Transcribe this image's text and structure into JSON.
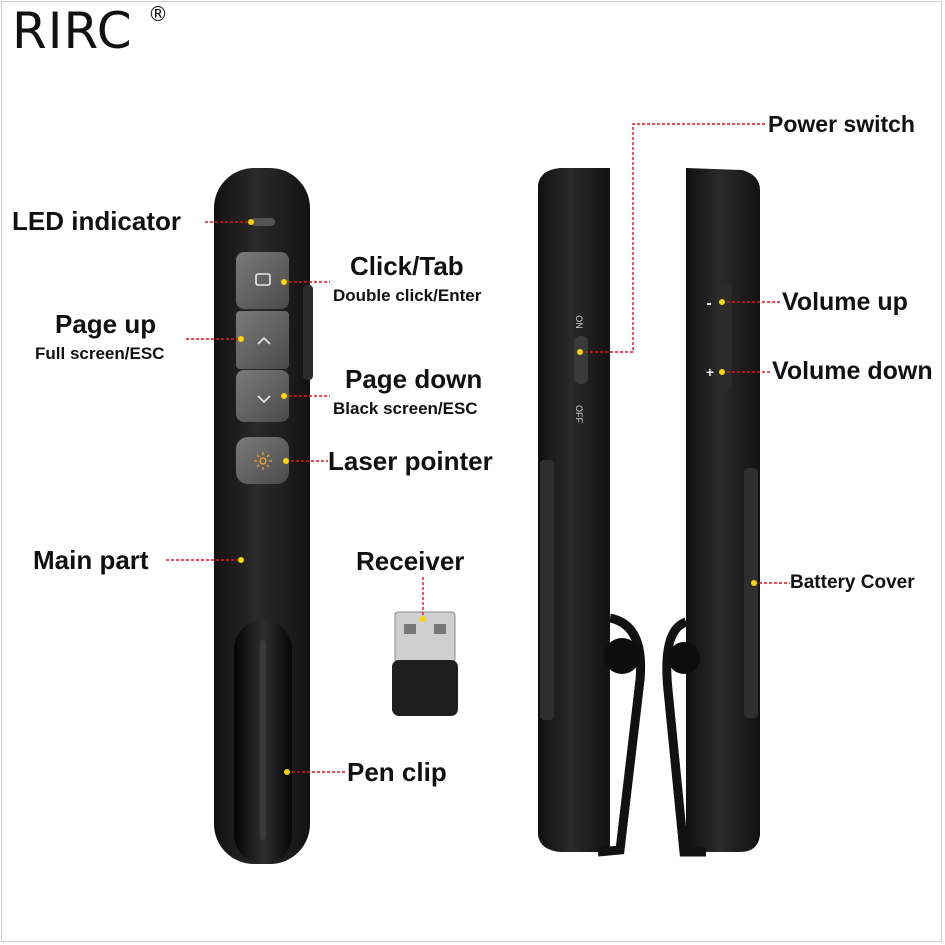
{
  "brand": {
    "name": "RIRC",
    "mark": "®"
  },
  "labels": {
    "led_indicator": "LED indicator",
    "click_tab": "Click/Tab",
    "double_click_enter": "Double click/Enter",
    "page_up": "Page up",
    "full_screen_esc": "Full screen/ESC",
    "page_down": "Page down",
    "black_screen_esc": "Black screen/ESC",
    "laser_pointer": "Laser pointer",
    "main_part": "Main part",
    "receiver": "Receiver",
    "pen_clip": "Pen clip",
    "power_switch": "Power switch",
    "volume_up": "Volume up",
    "volume_down": "Volume down",
    "battery_cover": "Battery Cover"
  },
  "switch_text": {
    "on": "ON",
    "off": "OFF"
  },
  "volume_marks": {
    "minus": "-",
    "plus": "+"
  },
  "colors": {
    "leader": "#e0141e",
    "dot": "#ffd400",
    "body": "#1c1c1c",
    "laser": "#f0a030"
  }
}
